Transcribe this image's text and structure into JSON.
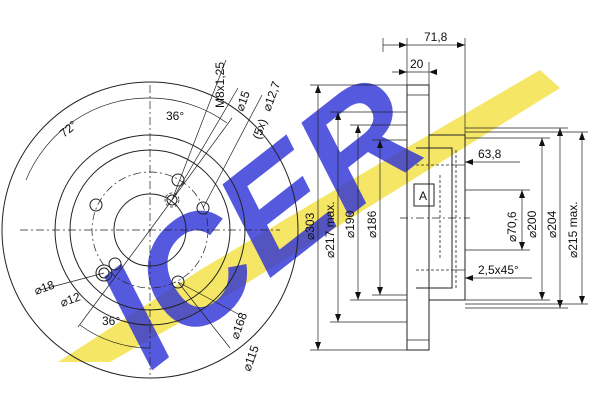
{
  "brand": {
    "logo_text": "ICER",
    "colors": {
      "blue": "#2b2fd6",
      "yellow": "#f3e24a",
      "stroke": "#222222"
    }
  },
  "front_view": {
    "thread": "M8x1,25",
    "dia_15": "⌀15",
    "holes_5x": "(5x)",
    "dia_12_7": "⌀12,7",
    "angle_36_top": "36°",
    "angle_72": "72°",
    "angle_36_bottom": "36°",
    "dia_18": "⌀18",
    "dia_12": "⌀12",
    "dia_168": "⌀168",
    "dia_115": "⌀115"
  },
  "section_view": {
    "width_71_8": "71,8",
    "width_20": "20",
    "depth_63_8": "63,8",
    "label_a": "A",
    "dia_303": "⌀303",
    "dia_217_max": "⌀217 max.",
    "dia_190": "⌀190",
    "dia_186": "⌀186",
    "dia_70_6": "⌀70,6",
    "dia_200": "⌀200",
    "dia_204": "⌀204",
    "dia_215_max": "⌀215 max.",
    "chamfer": "2,5x45°"
  }
}
